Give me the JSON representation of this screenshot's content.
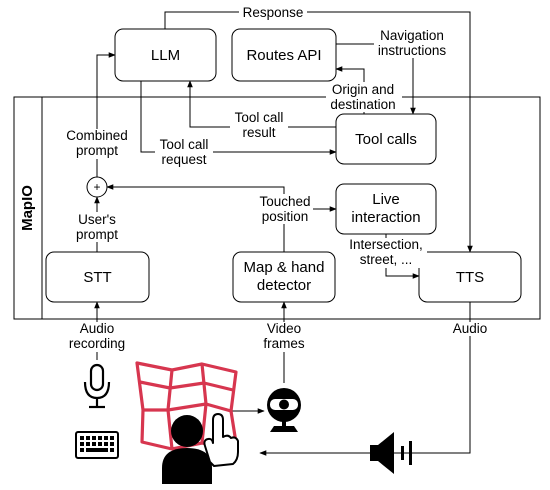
{
  "container_title": "MapIO",
  "nodes": {
    "llm": "LLM",
    "routes_api": "Routes API",
    "tool_calls": "Tool calls",
    "live_interaction": [
      "Live",
      "interaction"
    ],
    "stt": "STT",
    "detector": [
      "Map & hand",
      "detector"
    ],
    "tts": "TTS",
    "sum": "+"
  },
  "edge_labels": {
    "response": "Response",
    "navigation": [
      "Navigation",
      "instructions"
    ],
    "origin": [
      "Origin and",
      "destination"
    ],
    "tool_result": [
      "Tool call",
      "result"
    ],
    "tool_request": [
      "Tool call",
      "request"
    ],
    "combined": [
      "Combined",
      "prompt"
    ],
    "users_prompt": [
      "User's",
      "prompt"
    ],
    "touched": [
      "Touched",
      "position"
    ],
    "intersection": [
      "Intersection,",
      "street, ..."
    ],
    "audio_rec": [
      "Audio",
      "recording"
    ],
    "video": [
      "Video",
      "frames"
    ],
    "audio_out": "Audio"
  },
  "icons": {
    "microphone": "microphone-icon",
    "keyboard": "keyboard-icon",
    "map": "map-icon",
    "user": "user-icon",
    "hand": "pointing-hand-icon",
    "webcam": "webcam-icon",
    "speaker": "speaker-icon"
  },
  "colors": {
    "map": "#d7364f",
    "line": "#000000",
    "fill": "#ffffff"
  }
}
